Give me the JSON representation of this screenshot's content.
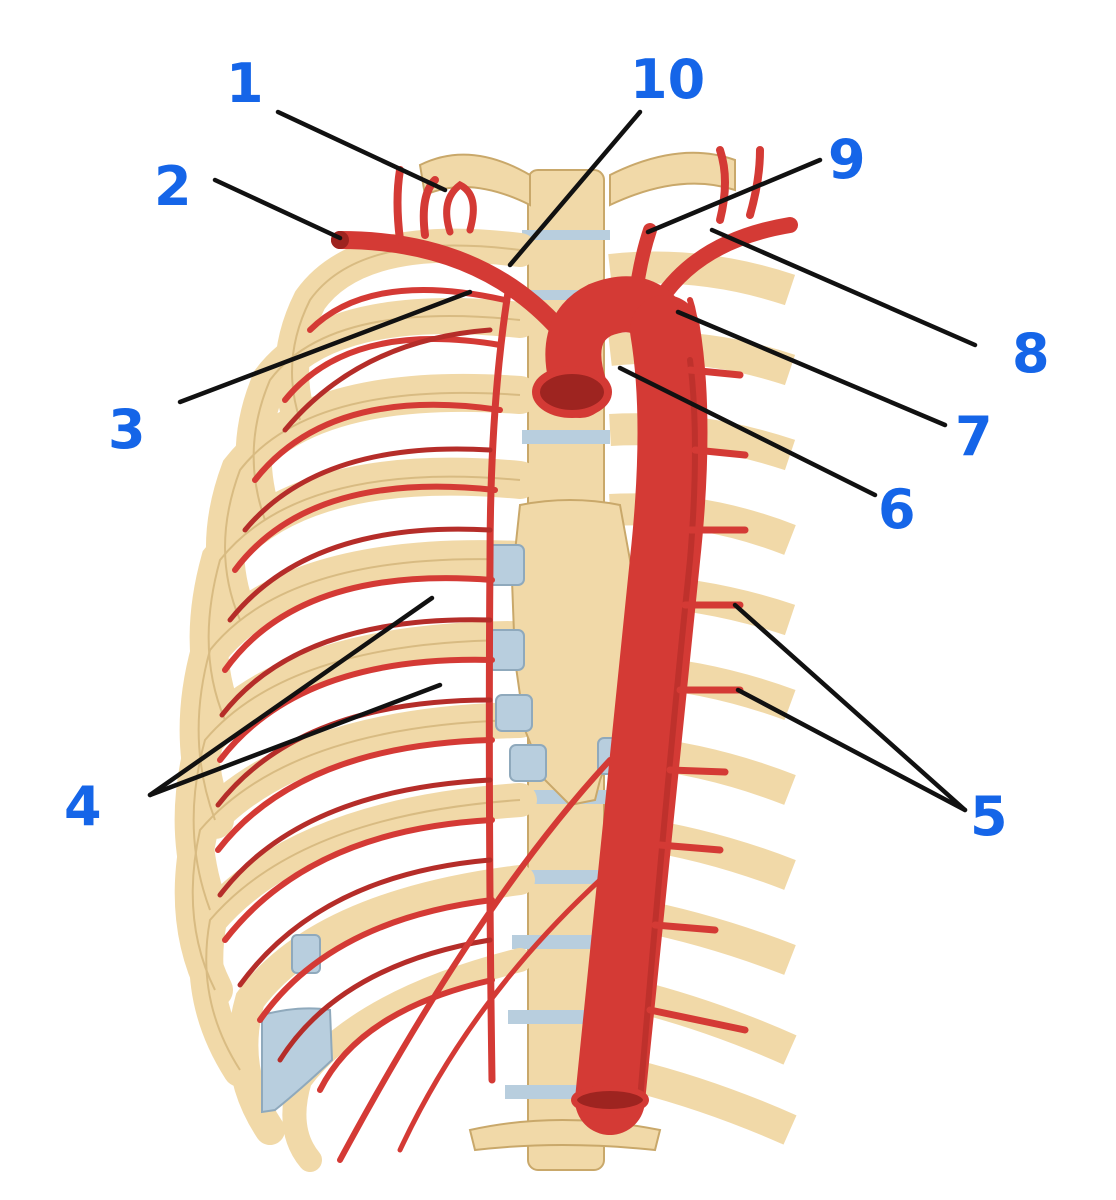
{
  "colors": {
    "background": "#ffffff",
    "bone": "#f1d9a8",
    "bone_outline": "#c9a86a",
    "cartilage": "#b8cede",
    "artery": "#d43a35",
    "artery_dark": "#9e2420",
    "label": "#1565e8",
    "leader": "#111111"
  },
  "labels": [
    {
      "id": "1",
      "text": "1"
    },
    {
      "id": "2",
      "text": "2"
    },
    {
      "id": "3",
      "text": "3"
    },
    {
      "id": "4",
      "text": "4"
    },
    {
      "id": "5",
      "text": "5"
    },
    {
      "id": "6",
      "text": "6"
    },
    {
      "id": "7",
      "text": "7"
    },
    {
      "id": "8",
      "text": "8"
    },
    {
      "id": "9",
      "text": "9"
    },
    {
      "id": "10",
      "text": "10"
    }
  ]
}
